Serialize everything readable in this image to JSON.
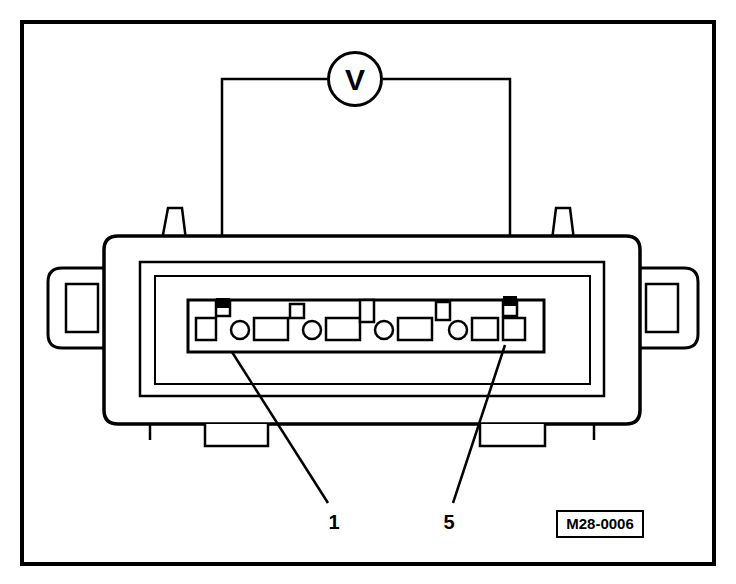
{
  "diagram": {
    "nodes": [
      {
        "text": [
          "V"
        ]
      },
      {
        "text": [
          "M28-0006"
        ]
      }
    ],
    "labels": [
      "1",
      "5"
    ]
  }
}
